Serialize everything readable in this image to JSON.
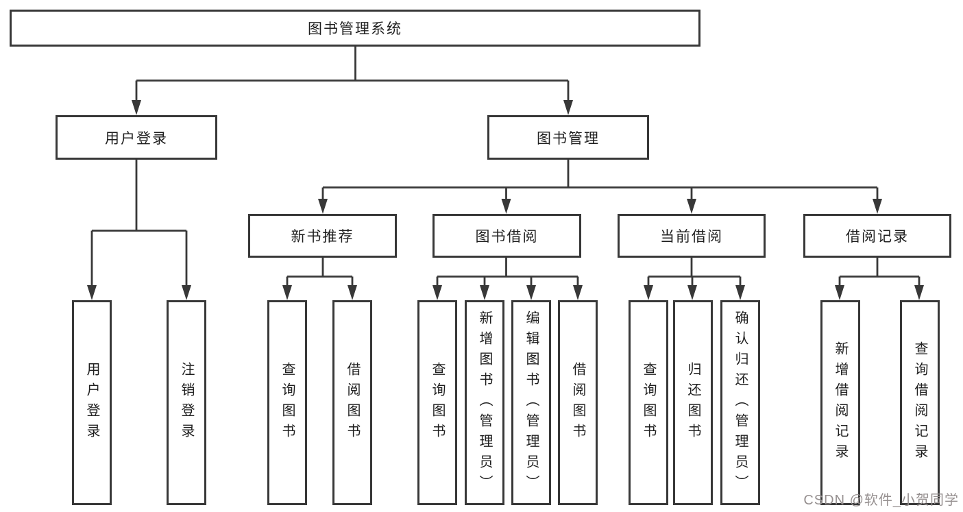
{
  "tree": {
    "root": {
      "label": "图书管理系统",
      "children": [
        {
          "label": "用户登录",
          "children": [
            {
              "label": "用户登录"
            },
            {
              "label": "注销登录"
            }
          ]
        },
        {
          "label": "图书管理",
          "children": [
            {
              "label": "新书推荐",
              "children": [
                {
                  "label": "查询图书"
                },
                {
                  "label": "借阅图书"
                }
              ]
            },
            {
              "label": "图书借阅",
              "children": [
                {
                  "label": "查询图书"
                },
                {
                  "label": "新增图书（管理员）"
                },
                {
                  "label": "编辑图书（管理员）"
                },
                {
                  "label": "借阅图书"
                }
              ]
            },
            {
              "label": "当前借阅",
              "children": [
                {
                  "label": "查询图书"
                },
                {
                  "label": "归还图书"
                },
                {
                  "label": "确认归还（管理员）"
                }
              ]
            },
            {
              "label": "借阅记录",
              "children": [
                {
                  "label": "新增借阅记录"
                },
                {
                  "label": "查询借阅记录"
                }
              ]
            }
          ]
        }
      ]
    }
  },
  "watermark": {
    "text": "CSDN @软件_小贺同学"
  },
  "colors": {
    "line": "#383838",
    "fill": "#ffffff",
    "text": "#1f1f1f",
    "watermark": "#969090"
  }
}
